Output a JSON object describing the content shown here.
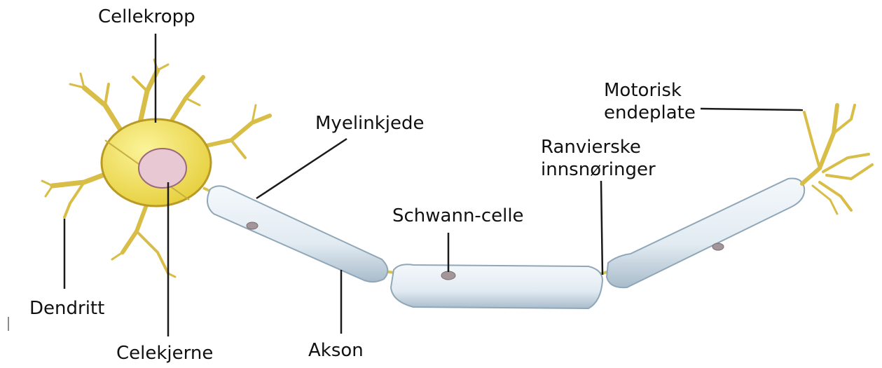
{
  "labels": {
    "cellekropp": "Cellekropp",
    "myelinkjede": "Myelinkjede",
    "motorisk_line1": "Motorisk",
    "motorisk_line2": "endeplate",
    "ranvierske_line1": "Ranvierske",
    "ranvierske_line2": "innsnøringer",
    "schwann": "Schwann-celle",
    "dendritt": "Dendritt",
    "celekjerne": "Celekjerne",
    "akson": "Akson"
  },
  "colors": {
    "cell_body": "#f2e45a",
    "dendrite": "#e0c64a",
    "nucleus": "#e8c8d2",
    "myelin": "#e6eff5",
    "myelin_edge": "#8fa7b8",
    "axon": "#d9c24a"
  }
}
